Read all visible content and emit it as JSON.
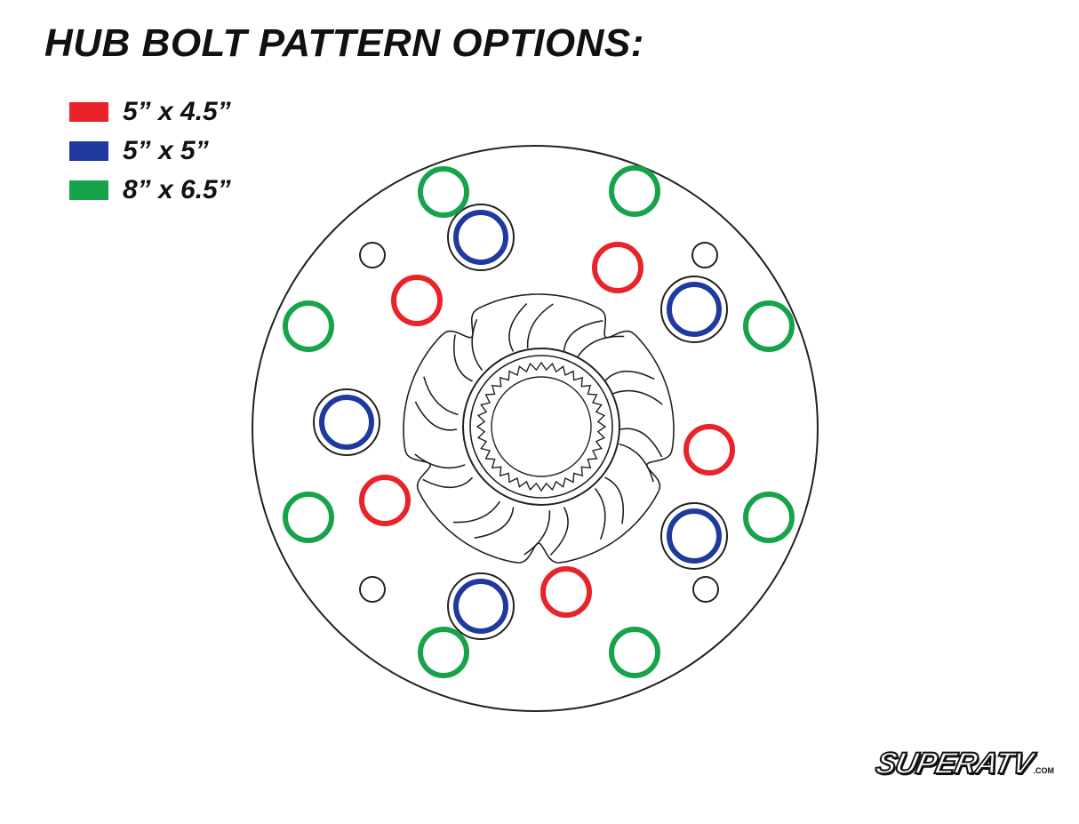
{
  "title": "HUB BOLT PATTERN OPTIONS:",
  "legend": [
    {
      "label": "5” x 4.5”",
      "color": "#e8232a"
    },
    {
      "label": "5” x 5”",
      "color": "#1e3a9e"
    },
    {
      "label": "8” x 6.5”",
      "color": "#17a34a"
    }
  ],
  "logo": {
    "text": "SUPERATV",
    "suffix": ".COM"
  },
  "line_color": "#222222"
}
